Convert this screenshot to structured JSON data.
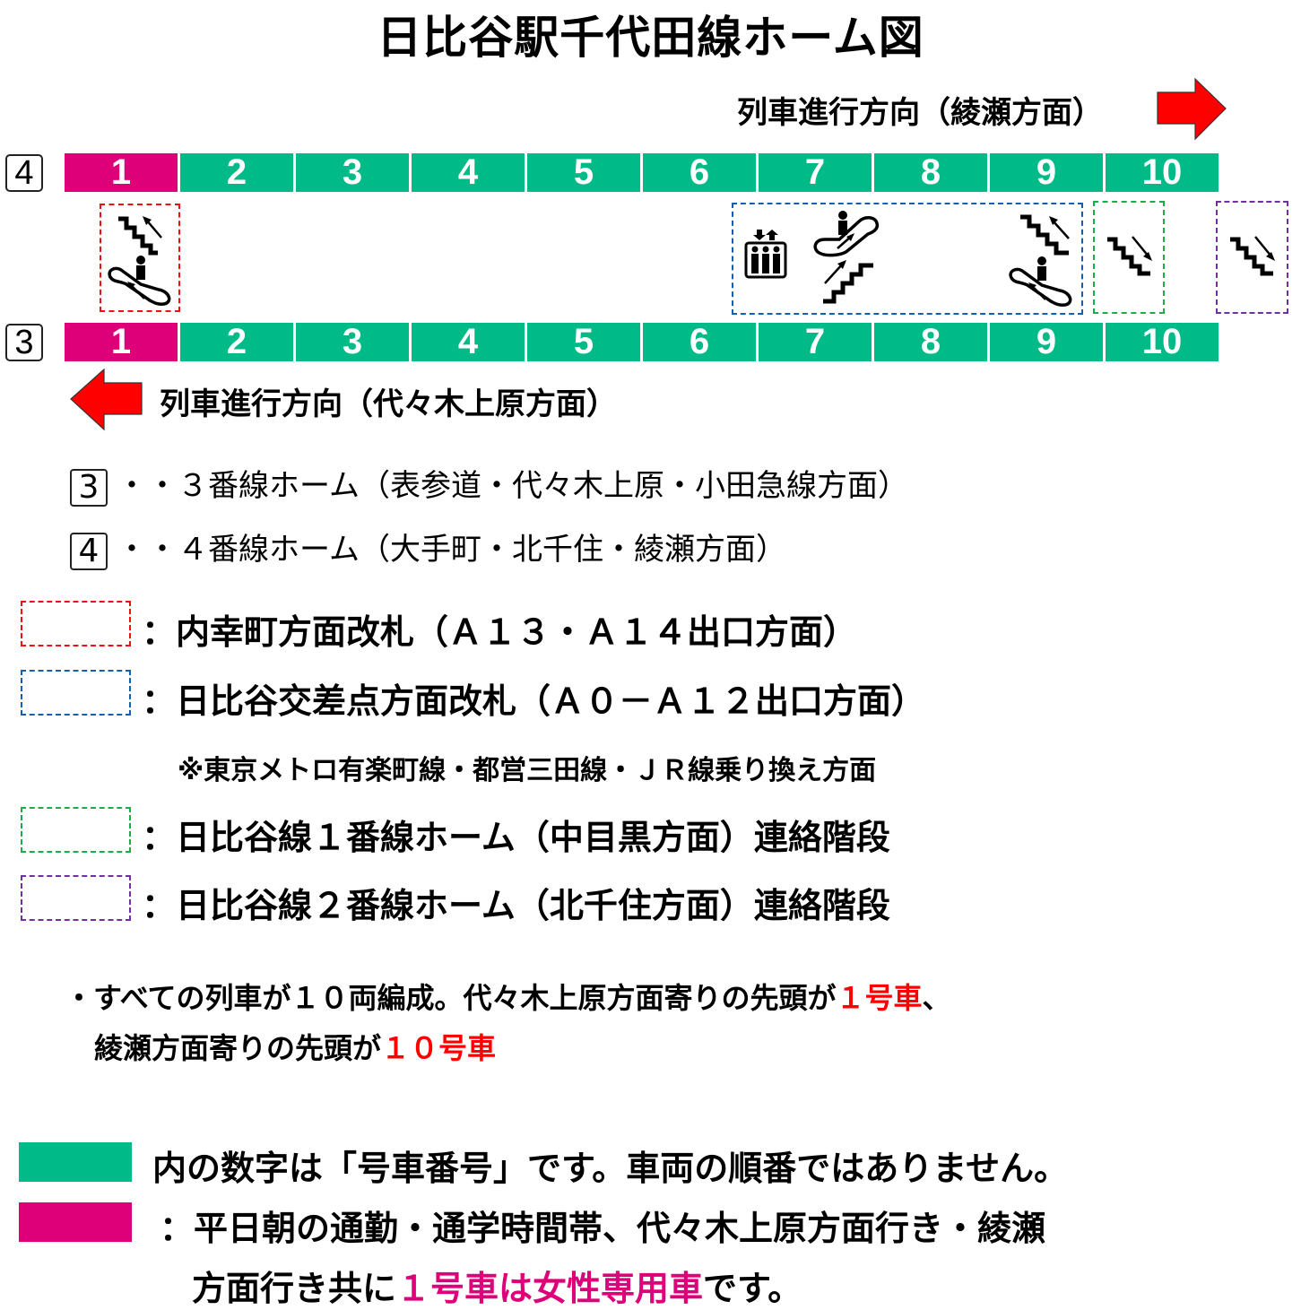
{
  "title": "日比谷駅千代田線ホーム図",
  "colors": {
    "car_green": "#00BA87",
    "car_magenta": "#DD0078",
    "arrow_red": "#FF0000",
    "box_red": "#EE1111",
    "box_blue": "#1560AE",
    "box_green": "#1AAE4A",
    "box_purple": "#7030A0",
    "highlight_red": "#FF0000",
    "highlight_magenta": "#DD0078"
  },
  "platform4": {
    "label": "4",
    "direction_text": "列車進行方向（綾瀬方面）",
    "direction_arrow": "right-arrow",
    "cars": [
      "1",
      "2",
      "3",
      "4",
      "5",
      "6",
      "7",
      "8",
      "9",
      "10"
    ],
    "women_only_car": "1"
  },
  "platform3": {
    "label": "3",
    "direction_text": "列車進行方向（代々木上原方面）",
    "direction_arrow": "left-arrow",
    "cars": [
      "1",
      "2",
      "3",
      "4",
      "5",
      "6",
      "7",
      "8",
      "9",
      "10"
    ],
    "women_only_car": "1"
  },
  "facilities": [
    {
      "box": "red",
      "position": "car 1",
      "icons": [
        "stairs-up-icon",
        "escalator-up-icon"
      ]
    },
    {
      "box": "blue",
      "position": "cars 7-9",
      "icons": [
        "elevator-icon",
        "escalator-up-icon",
        "stairs-up-icon",
        "stairs-up-icon",
        "escalator-up-icon"
      ]
    },
    {
      "box": "green",
      "position": "car 10",
      "icons": [
        "stairs-down-icon"
      ]
    },
    {
      "box": "purple",
      "position": "beyond car 10",
      "icons": [
        "stairs-down-icon"
      ]
    }
  ],
  "platform_legend": [
    {
      "num": "3",
      "text": "・・３番線ホーム（表参道・代々木上原・小田急線方面）"
    },
    {
      "num": "4",
      "text": "・・４番線ホーム（大手町・北千住・綾瀬方面）"
    }
  ],
  "box_legend": [
    {
      "color": "red",
      "text": "：内幸町方面改札（Ａ１３・Ａ１４出口方面）"
    },
    {
      "color": "blue",
      "text": "：日比谷交差点方面改札（Ａ０－Ａ１２出口方面）",
      "note": "※東京メトロ有楽町線・都営三田線・ＪＲ線乗り換え方面"
    },
    {
      "color": "green",
      "text": "：日比谷線１番線ホーム（中目黒方面）連絡階段"
    },
    {
      "color": "purple",
      "text": "：日比谷線２番線ホーム（北千住方面）連絡階段"
    }
  ],
  "formation_note": {
    "line1_pre": "・すべての列車が１０両編成。代々木上原方面寄りの先頭が",
    "line1_highlight": "１号車",
    "line1_post": "、",
    "line2_pre": "綾瀬方面寄りの先頭が",
    "line2_highlight": "１０号車"
  },
  "color_legend": {
    "green_text": "内の数字は「号車番号」です。車両の順番ではありません。",
    "magenta_line1": "：平日朝の通勤・通学時間帯、代々木上原方面行き・綾瀬",
    "magenta_line2_pre": "方面行き共に",
    "magenta_line2_highlight": "１号車は女性専用車",
    "magenta_line2_post": "です。"
  }
}
